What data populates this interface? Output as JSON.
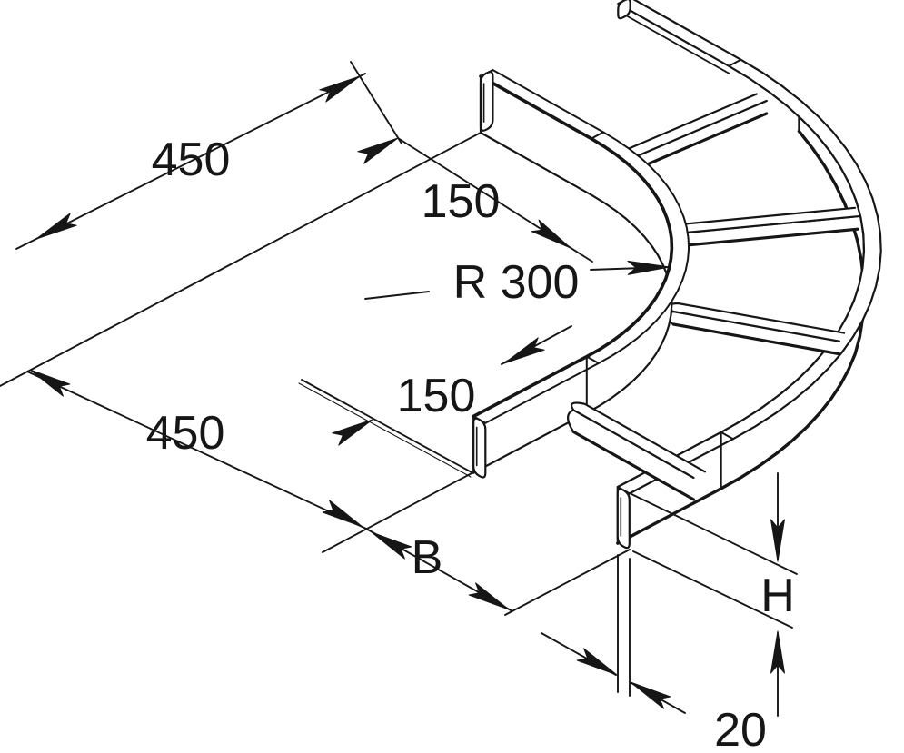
{
  "drawing": {
    "type": "technical-illustration",
    "subject": "cable-ladder-90-degree-bend",
    "background": "#ffffff",
    "line_color": "#161616",
    "labels": {
      "dim_450_top": "450",
      "dim_450_bottom": "450",
      "dim_150_top": "150",
      "dim_150_bottom": "150",
      "radius": "R 300",
      "width": "B",
      "height": "H",
      "rail_thickness": "20"
    }
  }
}
